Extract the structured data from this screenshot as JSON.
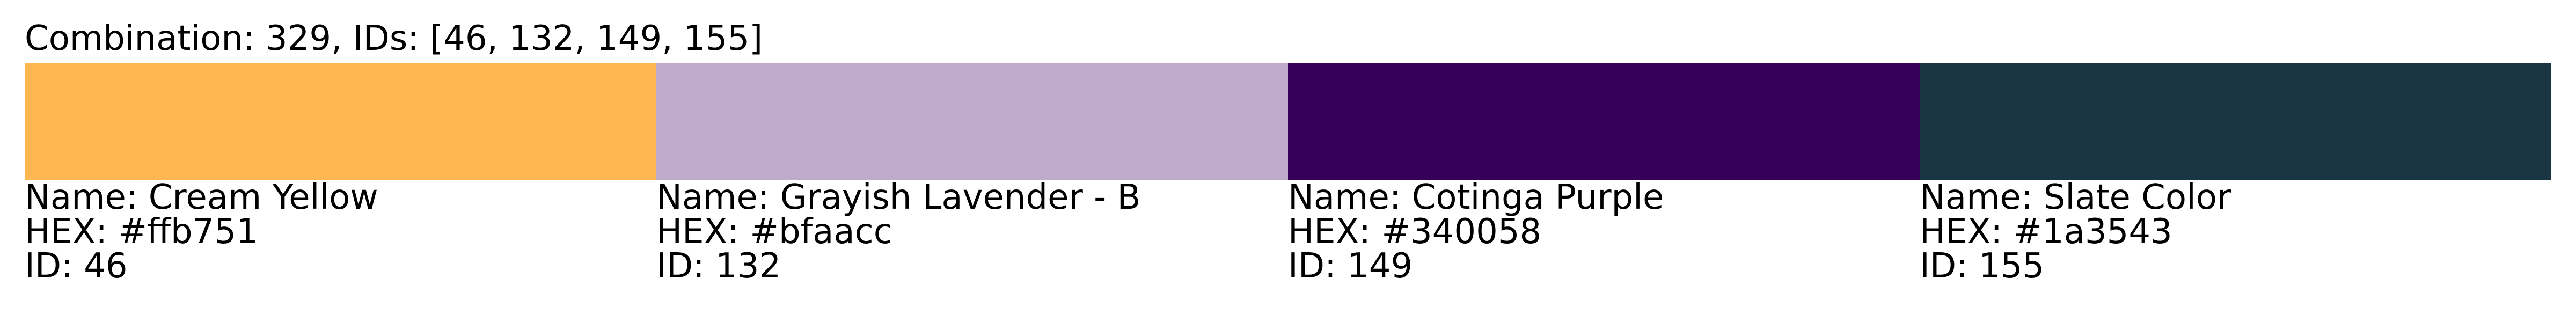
{
  "title": "Combination: 329, IDs: [46, 132, 149, 155]",
  "colors": [
    {
      "name_line": "Name: Cream Yellow",
      "hex_line": "HEX: #ffb751",
      "id_line": "ID: 46",
      "hex": "#ffb751"
    },
    {
      "name_line": "Name: Grayish Lavender - B",
      "hex_line": "HEX: #bfaacc",
      "id_line": "ID: 132",
      "hex": "#bfaacc"
    },
    {
      "name_line": "Name: Cotinga Purple",
      "hex_line": "HEX: #340058",
      "id_line": "ID: 149",
      "hex": "#340058"
    },
    {
      "name_line": "Name: Slate Color",
      "hex_line": "HEX: #1a3543",
      "id_line": "ID: 155",
      "hex": "#1a3543"
    }
  ]
}
